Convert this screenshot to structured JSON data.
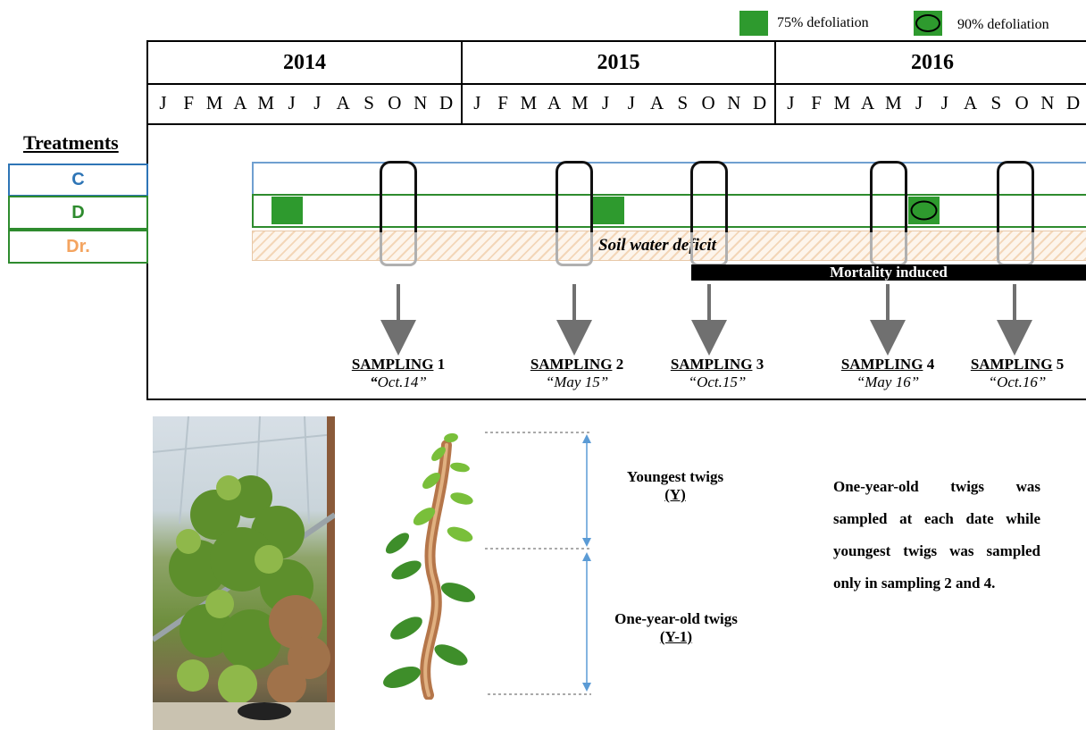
{
  "legend": {
    "defol75_label": "75% defoliation",
    "defol90_label": "90% defoliation",
    "defol_color": "#2e9a2e"
  },
  "timeline": {
    "years": [
      "2014",
      "2015",
      "2016"
    ],
    "months": [
      "J",
      "F",
      "M",
      "A",
      "M",
      "J",
      "J",
      "A",
      "S",
      "O",
      "N",
      "D"
    ]
  },
  "treatments": {
    "heading": "Treatments",
    "items": [
      {
        "label": "C",
        "color": "#2e75b6"
      },
      {
        "label": "D",
        "color": "#2e8b2e"
      },
      {
        "label": "Dr.",
        "color": "#f4a460"
      }
    ]
  },
  "bands": {
    "soil_water_deficit": "Soil water deficit",
    "mortality_induced": "Mortality induced"
  },
  "samplings": [
    {
      "word": "SAMPLING",
      "num": "1",
      "date_prefix": "“",
      "date": "Oct.14”"
    },
    {
      "word": "SAMPLING",
      "num": "2",
      "date_prefix": "",
      "date": "“May 15”"
    },
    {
      "word": "SAMPLING",
      "num": "3",
      "date_prefix": "",
      "date": "“Oct.15”"
    },
    {
      "word": "SAMPLING",
      "num": "4",
      "date_prefix": "",
      "date": "“May 16”"
    },
    {
      "word": "SAMPLING",
      "num": "5",
      "date_prefix": "",
      "date": "“Oct.16”"
    }
  ],
  "twigs": {
    "youngest_label": "Youngest twigs",
    "youngest_code": "(Y)",
    "oneyear_label": "One-year-old twigs",
    "oneyear_code": "(Y-1)"
  },
  "note": "One-year-old twigs was sampled at each date while youngest twigs was sampled only in sampling 2 and 4."
}
